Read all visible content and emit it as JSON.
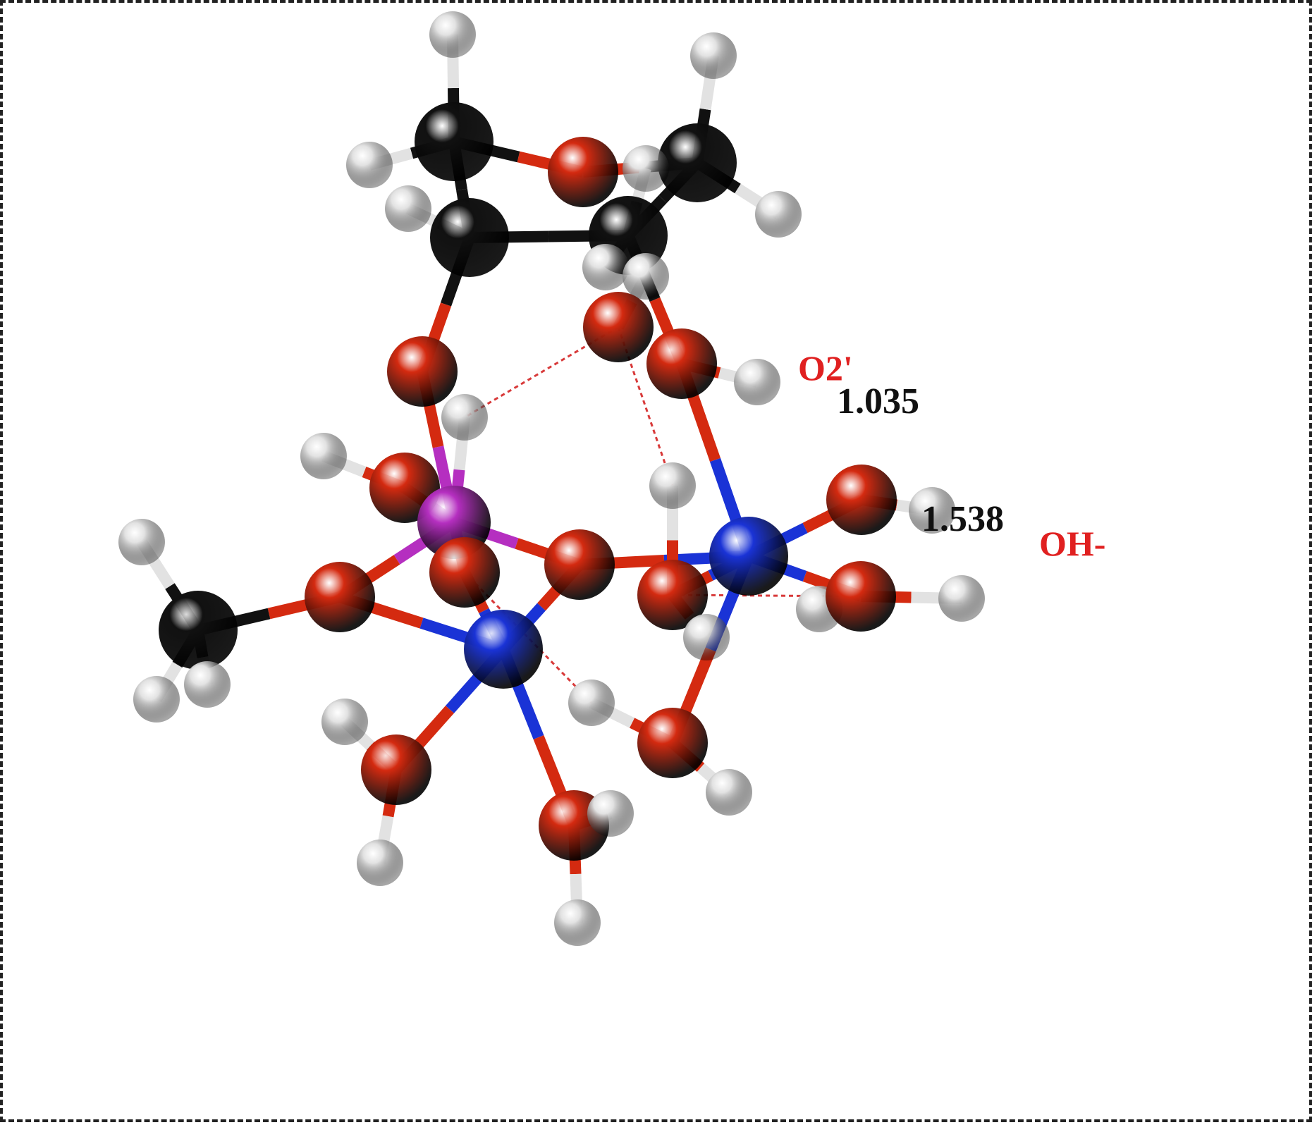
{
  "labels": {
    "o2_prime": "O2'",
    "distance_1": "1.035",
    "distance_2": "1.538",
    "hydroxide": "OH-"
  },
  "colors": {
    "carbon": "#111111",
    "oxygen": "#d42a10",
    "hydrogen": "#e2e2e2",
    "phosphorus": "#b52fc0",
    "metal": "#1a33d6",
    "hbond": "#d83a3a",
    "label_red": "#e02020",
    "label_black": "#111111",
    "border": "#222222"
  },
  "atom_types": [
    "C",
    "O",
    "H",
    "P",
    "M"
  ]
}
